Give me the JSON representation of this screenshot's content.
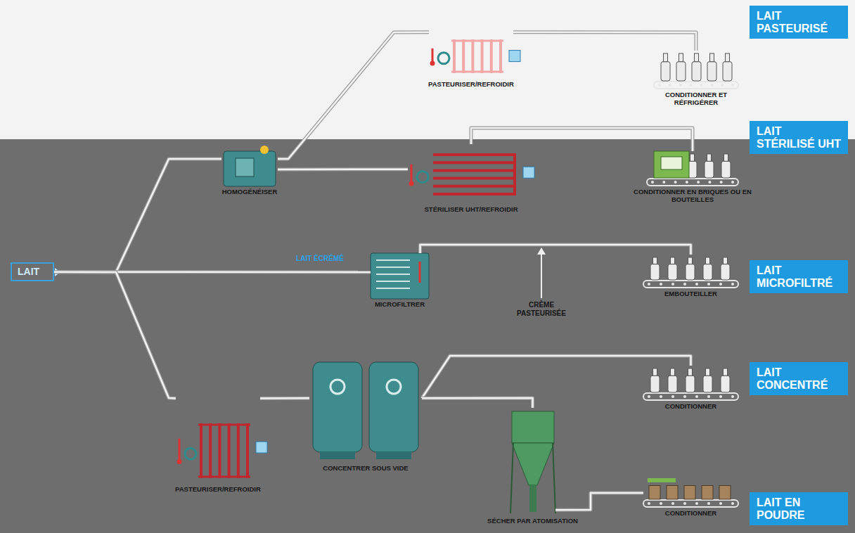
{
  "diagram": {
    "nodes": [
      {
        "text": [
          "LAIT"
        ]
      },
      {
        "text": [
          "HOMOGÉNÉISER"
        ]
      },
      {
        "text": [
          "PASTEURISER/REFROIDIR"
        ]
      },
      {
        "text": [
          "CONDITIONNER ET RÉFRIGÉRER"
        ]
      },
      {
        "text": [
          "LAIT PASTEURISÉ"
        ]
      },
      {
        "text": [
          "STÉRILISER UHT/REFROIDIR"
        ]
      },
      {
        "text": [
          "CONDITIONNER EN BRIQUES OU EN BOUTEILLES"
        ]
      },
      {
        "text": [
          "LAIT STÉRILISÉ UHT"
        ]
      },
      {
        "text": [
          "MICROFILTRER"
        ]
      },
      {
        "text": [
          "EMBOUTEILLER"
        ]
      },
      {
        "text": [
          "LAIT MICROFILTRÉ"
        ]
      },
      {
        "text": [
          "PASTEURISER/REFROIDIR"
        ]
      },
      {
        "text": [
          "CONCENTRER SOUS VIDE"
        ]
      },
      {
        "text": [
          "CONDITIONNER"
        ]
      },
      {
        "text": [
          "LAIT CONCENTRÉ"
        ]
      },
      {
        "text": [
          "SÉCHER PAR ATOMISATION"
        ]
      },
      {
        "text": [
          "CONDITIONNER"
        ]
      },
      {
        "text": [
          "LAIT EN POUDRE"
        ]
      }
    ],
    "edges": [
      {
        "from": 0,
        "to": 1,
        "arrow": "none"
      },
      {
        "from": 0,
        "to": 8,
        "label": "LAIT ÉCRÉMÉ",
        "arrow": "none"
      },
      {
        "from": 0,
        "to": 11,
        "arrow": "none"
      },
      {
        "from": 1,
        "to": 2,
        "arrow": "none"
      },
      {
        "from": 1,
        "to": 5,
        "arrow": "none"
      },
      {
        "from": 2,
        "to": 3,
        "arrow": "none"
      },
      {
        "from": 5,
        "to": 6,
        "arrow": "none"
      },
      {
        "from": 8,
        "to": 9,
        "arrow": "none"
      },
      {
        "from": 11,
        "to": 12,
        "arrow": "none"
      },
      {
        "from": 12,
        "to": 13,
        "arrow": "none"
      },
      {
        "from": 12,
        "to": 15,
        "arrow": "none"
      },
      {
        "from": 15,
        "to": 16,
        "arrow": "none"
      }
    ],
    "labels": [
      "CRÈME PASTEURISÉE"
    ]
  }
}
